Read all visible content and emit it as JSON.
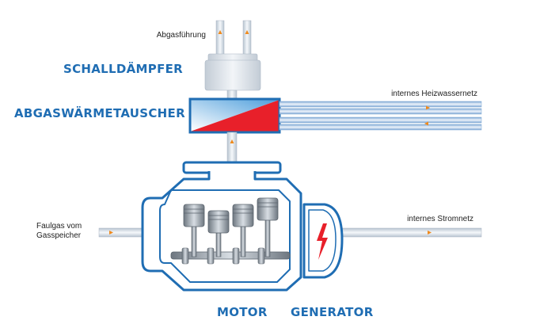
{
  "labels": {
    "exhaust_outlet": "Abgasführung",
    "silencer": "SCHALLDÄMPFER",
    "heat_exchanger": "ABGASWÄRMETAUSCHER",
    "heating_network": "internes Heizwassernetz",
    "gas_source_line1": "Faulgas vom",
    "gas_source_line2": "Gasspeicher",
    "power_network": "internes Stromnetz",
    "motor": "MOTOR",
    "generator": "GENERATOR"
  },
  "colors": {
    "label_blue": "#1f6db3",
    "outline_blue": "#1f6db3",
    "arrow_orange": "#f08a1c",
    "exchanger_red": "#e8202a",
    "exchanger_blue": "#5aa6dc",
    "pipe_light": "#dfe7ef",
    "pipe_edge": "#a9b6c4",
    "lightning_red": "#e8202a"
  },
  "icons": {
    "flow_arrow": "orange-flow-arrow-icon",
    "lightning": "lightning-bolt-icon",
    "pistons": "engine-pistons-icon"
  }
}
